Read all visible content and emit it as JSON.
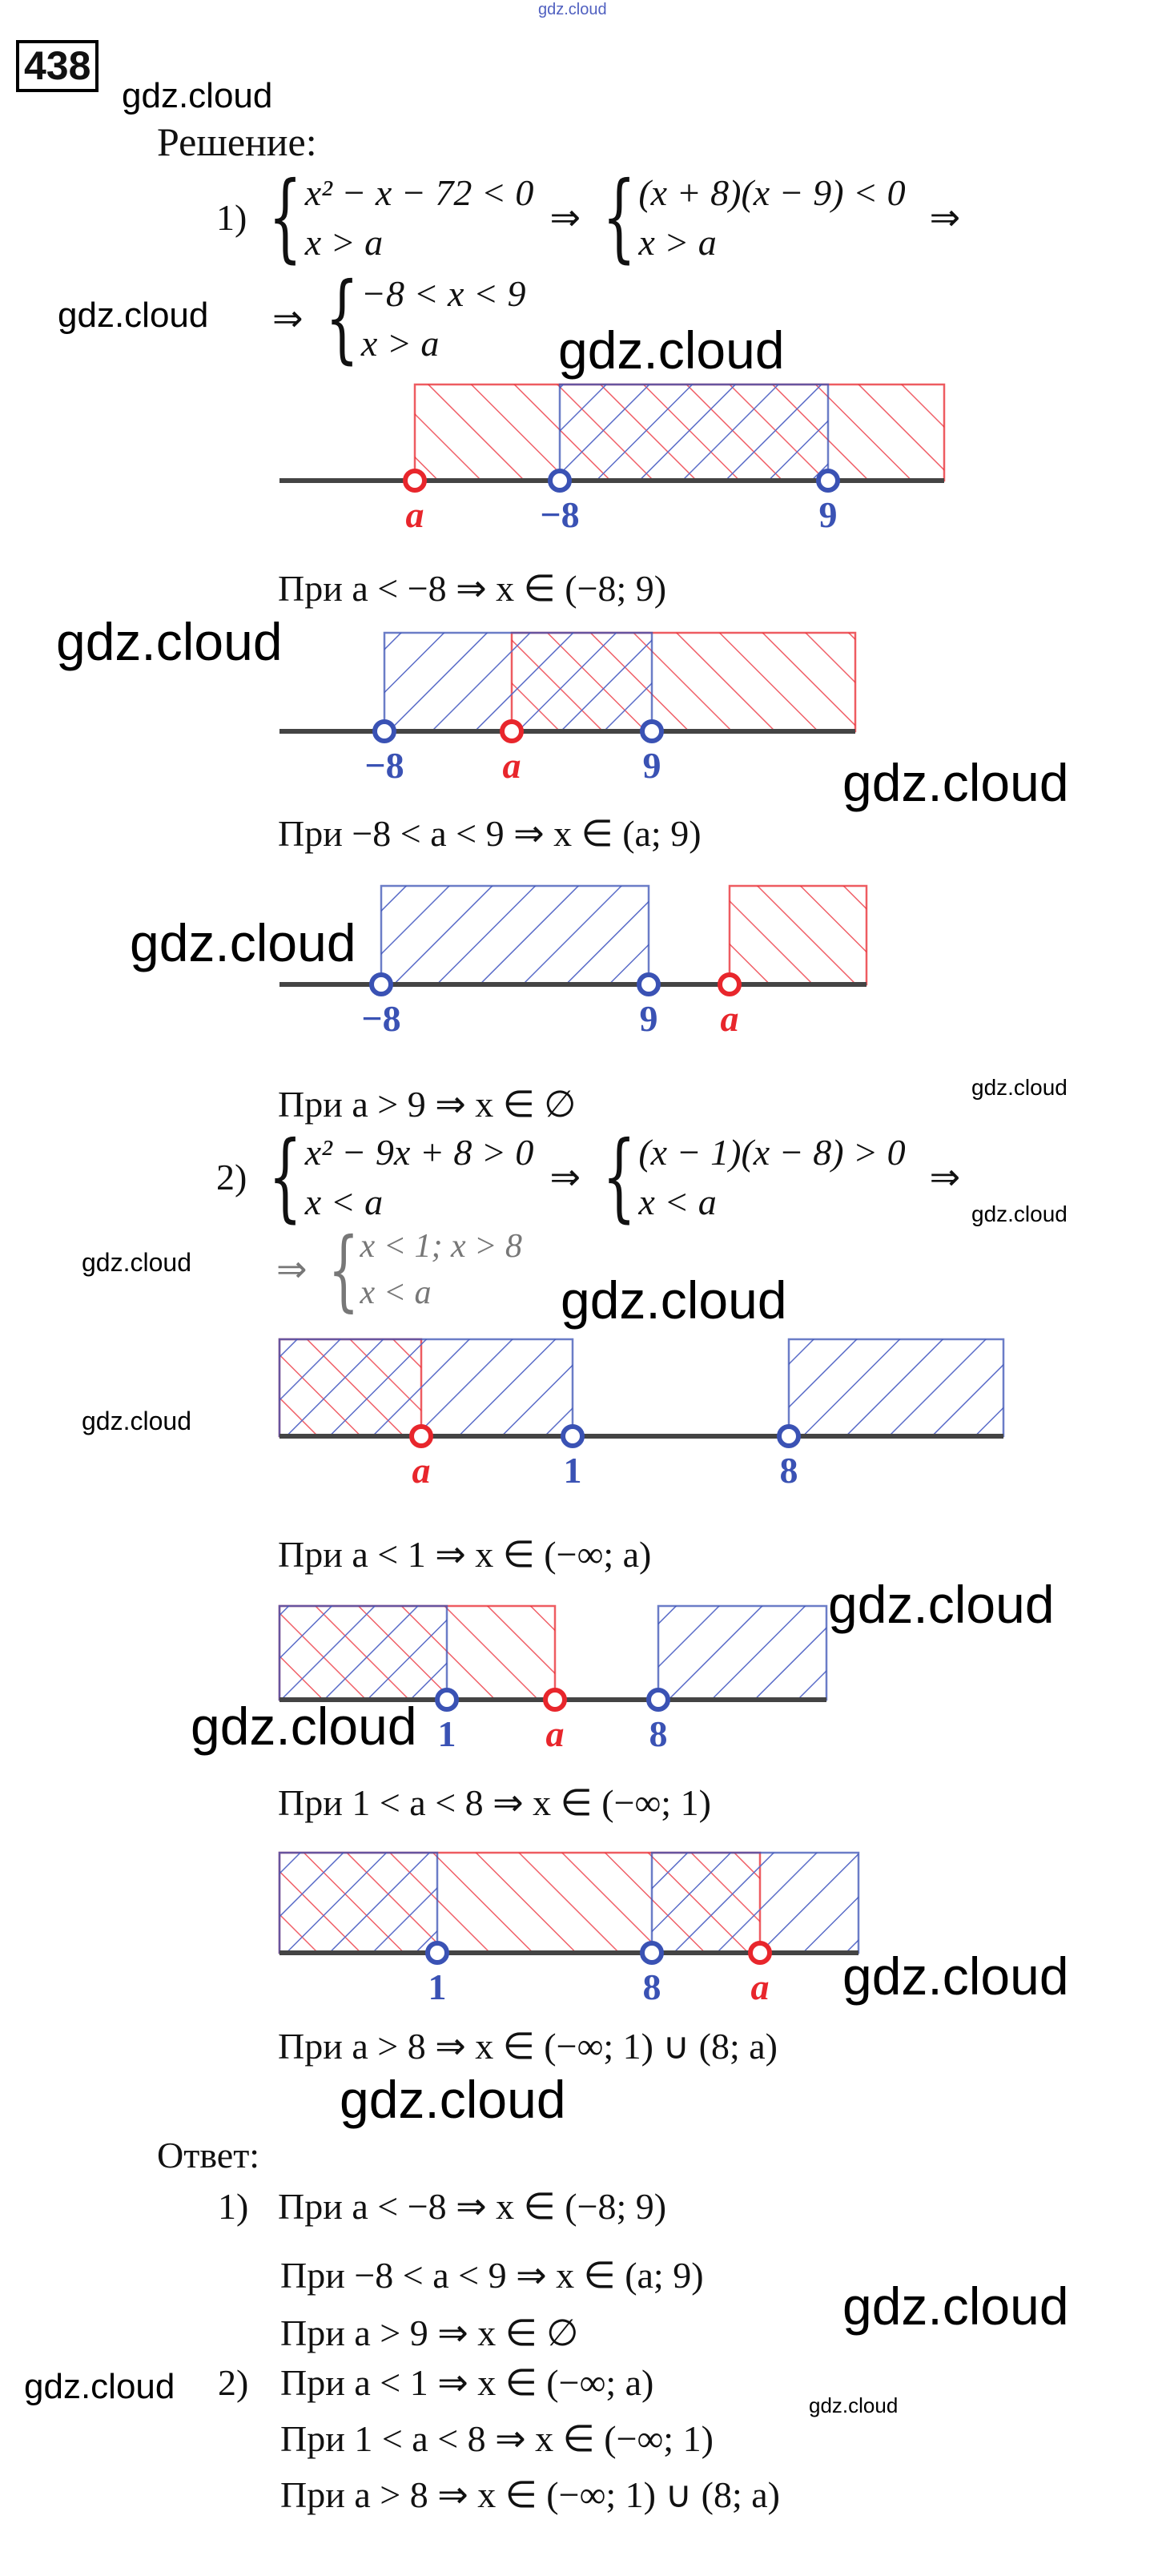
{
  "header": {
    "watermark_top": "gdz.cloud",
    "problem_number": "438"
  },
  "watermarks": [
    "gdz.cloud",
    "gdz.cloud",
    "gdz.cloud",
    "gdz.cloud",
    "gdz.cloud",
    "gdz.cloud",
    "gdz.cloud",
    "gdz.cloud",
    "gdz.cloud",
    "gdz.cloud",
    "gdz.cloud",
    "gdz.cloud",
    "gdz.cloud",
    "gdz.cloud",
    "gdz.cloud",
    "gdz.cloud",
    "gdz.cloud"
  ],
  "solution_label": "Решение:",
  "part1": {
    "label": "1)",
    "arrow": "⇒",
    "sys1": [
      "x² − x − 72 < 0",
      "x > a"
    ],
    "sys2": [
      "(x + 8)(x − 9) < 0",
      "x > a"
    ],
    "sys3": [
      "−8 < x < 9",
      "x > a"
    ],
    "cases": [
      "При a < −8 ⇒ x ∈ (−8; 9)",
      "При −8 < a < 9 ⇒ x ∈ (a; 9)",
      "При a > 9 ⇒ x ∈ ∅"
    ]
  },
  "part2": {
    "label": "2)",
    "arrow": "⇒",
    "sys1": [
      "x² − 9x + 8 > 0",
      "x < a"
    ],
    "sys2": [
      "(x − 1)(x − 8) > 0",
      "x < a"
    ],
    "sys3": [
      "x < 1; x > 8",
      "x < a"
    ],
    "cases": [
      "При a < 1 ⇒ x ∈ (−∞; a)",
      "При 1 < a < 8 ⇒ x ∈ (−∞; 1)",
      "При a > 8 ⇒ x ∈ (−∞; 1) ∪ (8; a)"
    ]
  },
  "number_lines": [
    {
      "points": [
        "a",
        "−8",
        "9"
      ]
    },
    {
      "points": [
        "−8",
        "a",
        "9"
      ]
    },
    {
      "points": [
        "−8",
        "9",
        "a"
      ]
    },
    {
      "points": [
        "a",
        "1",
        "8"
      ]
    },
    {
      "points": [
        "1",
        "a",
        "8"
      ]
    },
    {
      "points": [
        "1",
        "8",
        "a"
      ]
    }
  ],
  "answer_label": "Ответ:",
  "answers": {
    "label1": "1)",
    "label2": "2)",
    "items": [
      "При a < −8 ⇒ x ∈ (−8; 9)",
      "При −8 < a < 9 ⇒ x ∈ (a; 9)",
      "При a > 9 ⇒ x ∈ ∅",
      "При a < 1 ⇒ x ∈ (−∞; a)",
      "При 1 < a < 8 ⇒ x ∈ (−∞; 1)",
      "При a > 8 ⇒ x ∈ (−∞; 1) ∪ (8; a)"
    ]
  },
  "colors": {
    "red": "#e8262c",
    "blue": "#3a52b4",
    "axis": "#444444"
  }
}
